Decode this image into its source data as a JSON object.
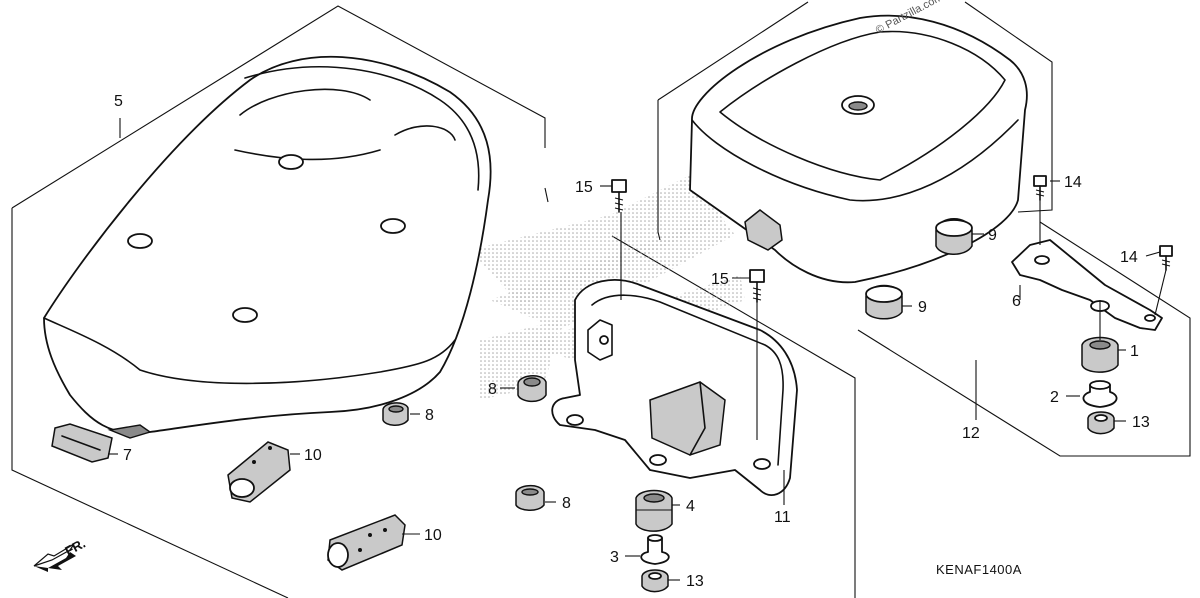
{
  "watermark": "© Partzilla.com",
  "diagram_code": "KENAF1400A",
  "front_indicator": "FR.",
  "callouts": {
    "c1": "1",
    "c2": "2",
    "c3": "3",
    "c4": "4",
    "c5": "5",
    "c6": "6",
    "c7": "7",
    "c8a": "8",
    "c8b": "8",
    "c8c": "8",
    "c9a": "9",
    "c9b": "9",
    "c10a": "10",
    "c10b": "10",
    "c11": "11",
    "c12": "12",
    "c13a": "13",
    "c13b": "13",
    "c14a": "14",
    "c14b": "14",
    "c15a": "15",
    "c15b": "15"
  }
}
